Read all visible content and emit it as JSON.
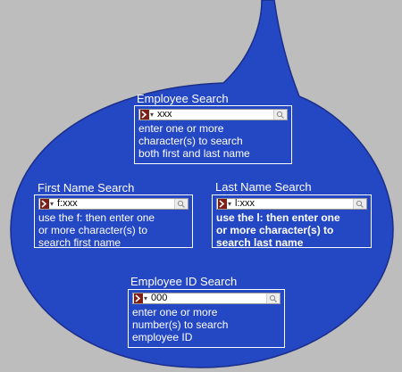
{
  "colors": {
    "bubble": "#2447c4",
    "background": "#bdbdbd",
    "text": "#ffffff",
    "prompt": "#7d1f17"
  },
  "employee_search": {
    "title": "Employee Search",
    "query": "xxx",
    "hint": [
      "enter one or more",
      "character(s) to search",
      "both first and last name"
    ]
  },
  "first_name_search": {
    "title": "First Name Search",
    "query": "f:xxx",
    "hint": [
      "use the f: then enter one",
      "or more character(s) to",
      "search first name"
    ]
  },
  "last_name_search": {
    "title": "Last Name Search",
    "query": "l:xxx",
    "hint": [
      "use the l: then enter one",
      "or more character(s) to",
      "search last name"
    ]
  },
  "employee_id_search": {
    "title": "Employee ID Search",
    "query": "000",
    "hint": [
      "enter one or more",
      "number(s) to search",
      "employee ID"
    ]
  }
}
